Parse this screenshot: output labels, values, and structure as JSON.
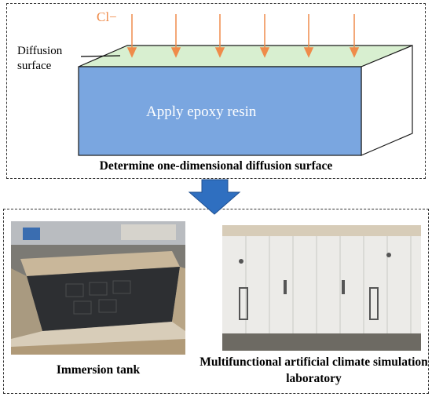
{
  "top_panel": {
    "ion_label": "Cl−",
    "diffusion_surface_label": "Diffusion surface",
    "coating_label": "Apply epoxy resin",
    "caption": "Determine one-dimensional diffusion surface"
  },
  "bottom_panel": {
    "left_caption": "Immersion tank",
    "right_caption": "Multifunctional artificial climate simulation laboratory"
  },
  "colors": {
    "block_front": "#7aa6e0",
    "block_top": "#d8efd0",
    "arrows": "#ef8b4a",
    "flow_arrow": "#2f6fc0"
  },
  "icons": {
    "ion_arrow": "down-arrow-icon",
    "flow_arrow": "big-down-arrow-icon"
  }
}
